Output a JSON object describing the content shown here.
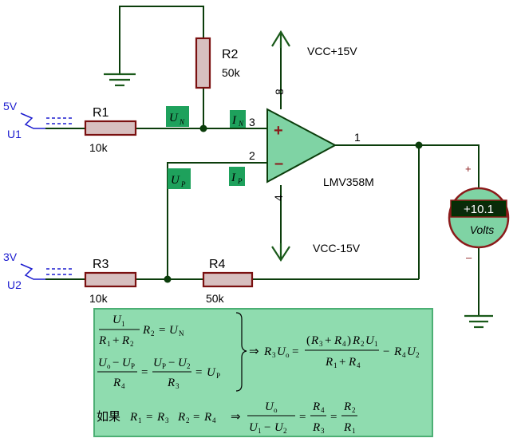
{
  "sources": {
    "u1_value": "5V",
    "u1_name": "U1",
    "u2_value": "3V",
    "u2_name": "U2"
  },
  "resistors": {
    "r1_name": "R1",
    "r1_value": "10k",
    "r2_name": "R2",
    "r2_value": "50k",
    "r3_name": "R3",
    "r3_value": "10k",
    "r4_name": "R4",
    "r4_value": "50k"
  },
  "opamp": {
    "name": "LMV358M",
    "vcc_pos": "VCC+15V",
    "vcc_neg": "VCC-15V",
    "pin_plus": "+",
    "pin_minus": "–",
    "pin3": "3",
    "pin2": "2",
    "pin1": "1",
    "pin8": "8",
    "pin4": "4"
  },
  "tags": {
    "un": "U",
    "un_sub": "N",
    "in": "I",
    "in_sub": "N",
    "up": "U",
    "up_sub": "P",
    "ip": "I",
    "ip_sub": "P"
  },
  "voltmeter": {
    "reading": "+10.1",
    "unit": "Volts",
    "plus": "+",
    "minus": "–"
  },
  "equations": {
    "arrow": "⇒",
    "if_text": "如果"
  },
  "colors": {
    "wire": "#0b3d0b",
    "resistor_fill": "#d7bfbf",
    "resistor_border": "#7a1010",
    "opamp_fill": "#7fd3a4",
    "tag_green": "#1ea15c",
    "meter_fill": "#7fd3a4",
    "meter_border": "#8b1a1a",
    "display_bg": "#003300",
    "display_text": "#ffffff",
    "formula_box": "#8fdcaf",
    "source_blue": "#1c1ccf",
    "ground_green": "#1a5a1a"
  }
}
